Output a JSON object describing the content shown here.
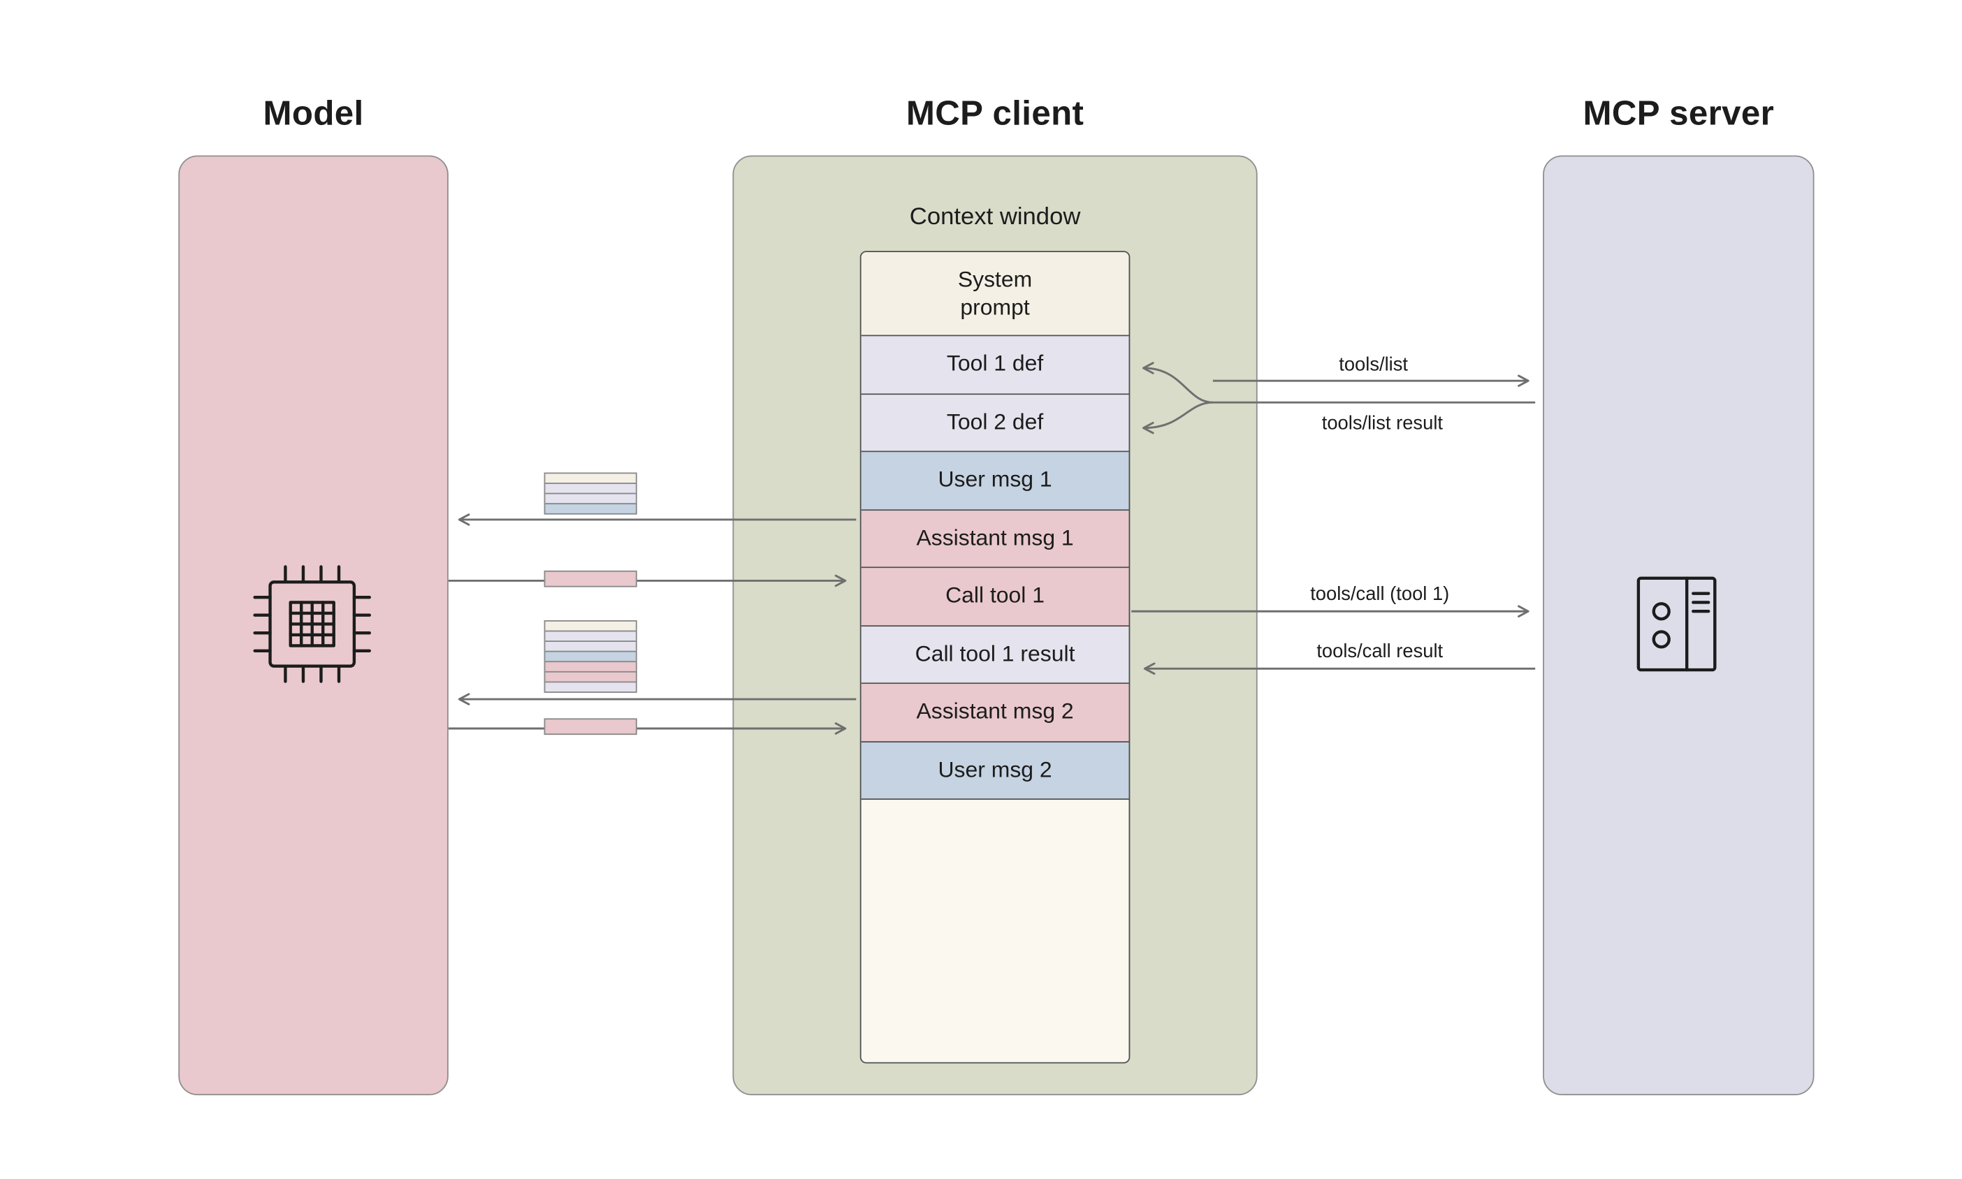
{
  "palette": {
    "page_bg": "#ffffff",
    "pink": "#e9c9cd",
    "sage": "#d8dcc9",
    "periwinkle": "#dcdde9",
    "cream": "#f4f0e5",
    "lavender": "#e4e3ee",
    "blue": "#c5d3e2",
    "empty": "#fbf8f0",
    "panel_border": "#8f8f8f",
    "context_border": "#4f4f4f",
    "arrow": "#6f6f6f",
    "text": "#1c1c1c",
    "chip_border": "#8a8a8a"
  },
  "columns": {
    "model": {
      "title": "Model",
      "panel_color": "pink"
    },
    "client": {
      "title": "MCP client",
      "panel_color": "sage",
      "context_window_label": "Context window"
    },
    "server": {
      "title": "MCP server",
      "panel_color": "periwinkle"
    }
  },
  "context": {
    "empty_color": "empty",
    "rows": [
      {
        "label": "System prompt",
        "color": "cream"
      },
      {
        "label": "Tool 1 def",
        "color": "lavender"
      },
      {
        "label": "Tool 2 def",
        "color": "lavender"
      },
      {
        "label": "User msg 1",
        "color": "blue"
      },
      {
        "label": "Assistant msg 1",
        "color": "pink"
      },
      {
        "label": "Call tool 1",
        "color": "pink"
      },
      {
        "label": "Call tool 1 result",
        "color": "lavender"
      },
      {
        "label": "Assistant msg 2",
        "color": "pink"
      },
      {
        "label": "User msg 2",
        "color": "blue"
      }
    ]
  },
  "arrows": {
    "tools_list": {
      "label": "tools/list"
    },
    "tools_list_result": {
      "label": "tools/list result"
    },
    "tools_call": {
      "label": "tools/call (tool 1)"
    },
    "tools_call_result": {
      "label": "tools/call result"
    }
  },
  "token_stacks": {
    "to_model_1": [
      "cream",
      "lavender",
      "lavender",
      "blue"
    ],
    "from_model_1": [
      "pink"
    ],
    "to_model_2": [
      "cream",
      "lavender",
      "lavender",
      "blue",
      "pink",
      "pink",
      "lavender"
    ],
    "from_model_2": [
      "pink"
    ]
  },
  "icons": {
    "model": "cpu-chip-icon",
    "server": "server-icon"
  }
}
